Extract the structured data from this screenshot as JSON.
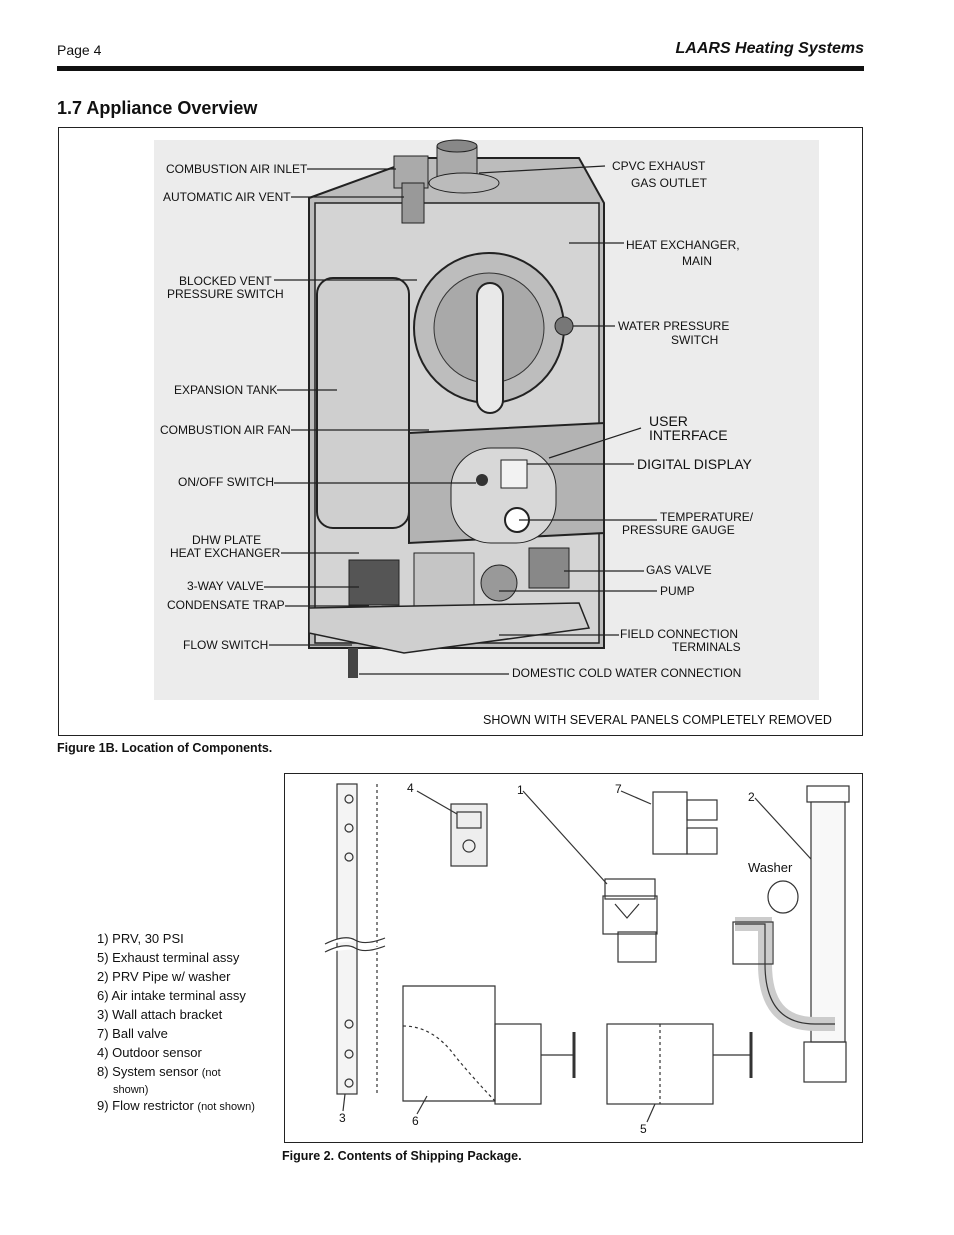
{
  "header": {
    "page_label": "Page 4",
    "brand": "LAARS Heating Systems"
  },
  "section": {
    "title": "1.7  Appliance Overview"
  },
  "figure1": {
    "caption": "Figure 1B. Location of Components.",
    "note": "SHOWN WITH SEVERAL PANELS COMPLETELY REMOVED",
    "labels": {
      "combustion_air_inlet": "COMBUSTION AIR INLET",
      "automatic_air_vent": "AUTOMATIC AIR VENT",
      "blocked_vent_1": "BLOCKED VENT",
      "blocked_vent_2": "PRESSURE SWITCH",
      "expansion_tank": "EXPANSION TANK",
      "combustion_air_fan": "COMBUSTION AIR FAN",
      "on_off_switch": "ON/OFF SWITCH",
      "dhw_plate_1": "DHW PLATE",
      "dhw_plate_2": "HEAT EXCHANGER",
      "three_way_valve": "3-WAY VALVE",
      "condensate_trap": "CONDENSATE TRAP",
      "flow_switch": "FLOW SWITCH",
      "cpvc_exhaust_1": "CPVC EXHAUST",
      "cpvc_exhaust_2": "GAS OUTLET",
      "heat_exchanger_1": "HEAT EXCHANGER,",
      "heat_exchanger_2": "MAIN",
      "water_pressure_1": "WATER PRESSURE",
      "water_pressure_2": "SWITCH",
      "user_interface_1": "USER",
      "user_interface_2": "INTERFACE",
      "digital_display": "DIGITAL DISPLAY",
      "temp_pressure_1": "TEMPERATURE/",
      "temp_pressure_2": "PRESSURE GAUGE",
      "gas_valve": "GAS VALVE",
      "pump": "PUMP",
      "field_conn_1": "FIELD CONNECTION",
      "field_conn_2": "TERMINALS",
      "domestic_cold": "DOMESTIC COLD WATER CONNECTION"
    }
  },
  "figure2": {
    "caption": "Figure 2. Contents of Shipping Package.",
    "washer_label": "Washer",
    "numbers": [
      "4",
      "1",
      "7",
      "2",
      "3",
      "6",
      "5"
    ],
    "parts": [
      {
        "text": "1) PRV, 30 PSI",
        "small": ""
      },
      {
        "text": "5) Exhaust terminal assy",
        "small": ""
      },
      {
        "text": "2) PRV Pipe w/ washer",
        "small": ""
      },
      {
        "text": "6) Air intake terminal assy",
        "small": ""
      },
      {
        "text": "3) Wall attach bracket",
        "small": ""
      },
      {
        "text": "7) Ball valve",
        "small": ""
      },
      {
        "text": "4) Outdoor sensor",
        "small": ""
      },
      {
        "text": "8) System sensor ",
        "small": "(not"
      },
      {
        "text": "",
        "small": "shown)"
      },
      {
        "text": "9) Flow restrictor ",
        "small": "(not shown)"
      }
    ]
  }
}
